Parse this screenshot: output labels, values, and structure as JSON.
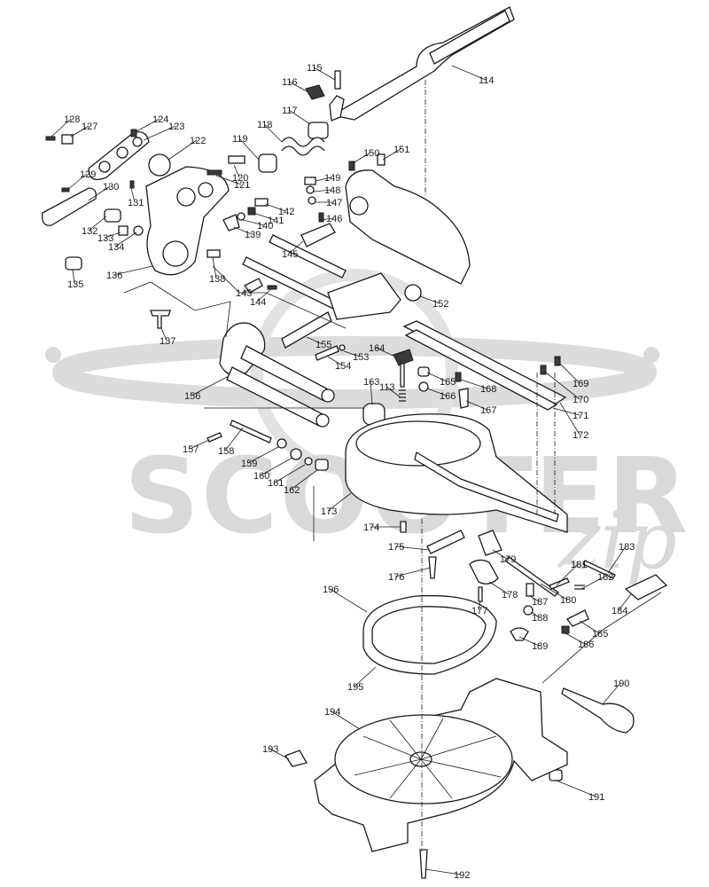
{
  "watermark": {
    "brand": "SCOOTER",
    "script": "zip"
  },
  "parts": [
    {
      "num": "113"
    },
    {
      "num": "114"
    },
    {
      "num": "115"
    },
    {
      "num": "116"
    },
    {
      "num": "117"
    },
    {
      "num": "118"
    },
    {
      "num": "119"
    },
    {
      "num": "120"
    },
    {
      "num": "121"
    },
    {
      "num": "122"
    },
    {
      "num": "123"
    },
    {
      "num": "124"
    },
    {
      "num": "127"
    },
    {
      "num": "128"
    },
    {
      "num": "129"
    },
    {
      "num": "130"
    },
    {
      "num": "131"
    },
    {
      "num": "132"
    },
    {
      "num": "133"
    },
    {
      "num": "134"
    },
    {
      "num": "135"
    },
    {
      "num": "136"
    },
    {
      "num": "137"
    },
    {
      "num": "138"
    },
    {
      "num": "139"
    },
    {
      "num": "140"
    },
    {
      "num": "141"
    },
    {
      "num": "142"
    },
    {
      "num": "143"
    },
    {
      "num": "144"
    },
    {
      "num": "145"
    },
    {
      "num": "146"
    },
    {
      "num": "147"
    },
    {
      "num": "148"
    },
    {
      "num": "149"
    },
    {
      "num": "150"
    },
    {
      "num": "151"
    },
    {
      "num": "152"
    },
    {
      "num": "153"
    },
    {
      "num": "154"
    },
    {
      "num": "155"
    },
    {
      "num": "156"
    },
    {
      "num": "157"
    },
    {
      "num": "158"
    },
    {
      "num": "159"
    },
    {
      "num": "160"
    },
    {
      "num": "161"
    },
    {
      "num": "162"
    },
    {
      "num": "163"
    },
    {
      "num": "164"
    },
    {
      "num": "165"
    },
    {
      "num": "166"
    },
    {
      "num": "167"
    },
    {
      "num": "168"
    },
    {
      "num": "169"
    },
    {
      "num": "170"
    },
    {
      "num": "171"
    },
    {
      "num": "172"
    },
    {
      "num": "173"
    },
    {
      "num": "174"
    },
    {
      "num": "175"
    },
    {
      "num": "176"
    },
    {
      "num": "177"
    },
    {
      "num": "178"
    },
    {
      "num": "179"
    },
    {
      "num": "180"
    },
    {
      "num": "181"
    },
    {
      "num": "182"
    },
    {
      "num": "183"
    },
    {
      "num": "184"
    },
    {
      "num": "185"
    },
    {
      "num": "186"
    },
    {
      "num": "187"
    },
    {
      "num": "188"
    },
    {
      "num": "189"
    },
    {
      "num": "190"
    },
    {
      "num": "191"
    },
    {
      "num": "192"
    },
    {
      "num": "193"
    },
    {
      "num": "194"
    },
    {
      "num": "195"
    },
    {
      "num": "196"
    }
  ]
}
